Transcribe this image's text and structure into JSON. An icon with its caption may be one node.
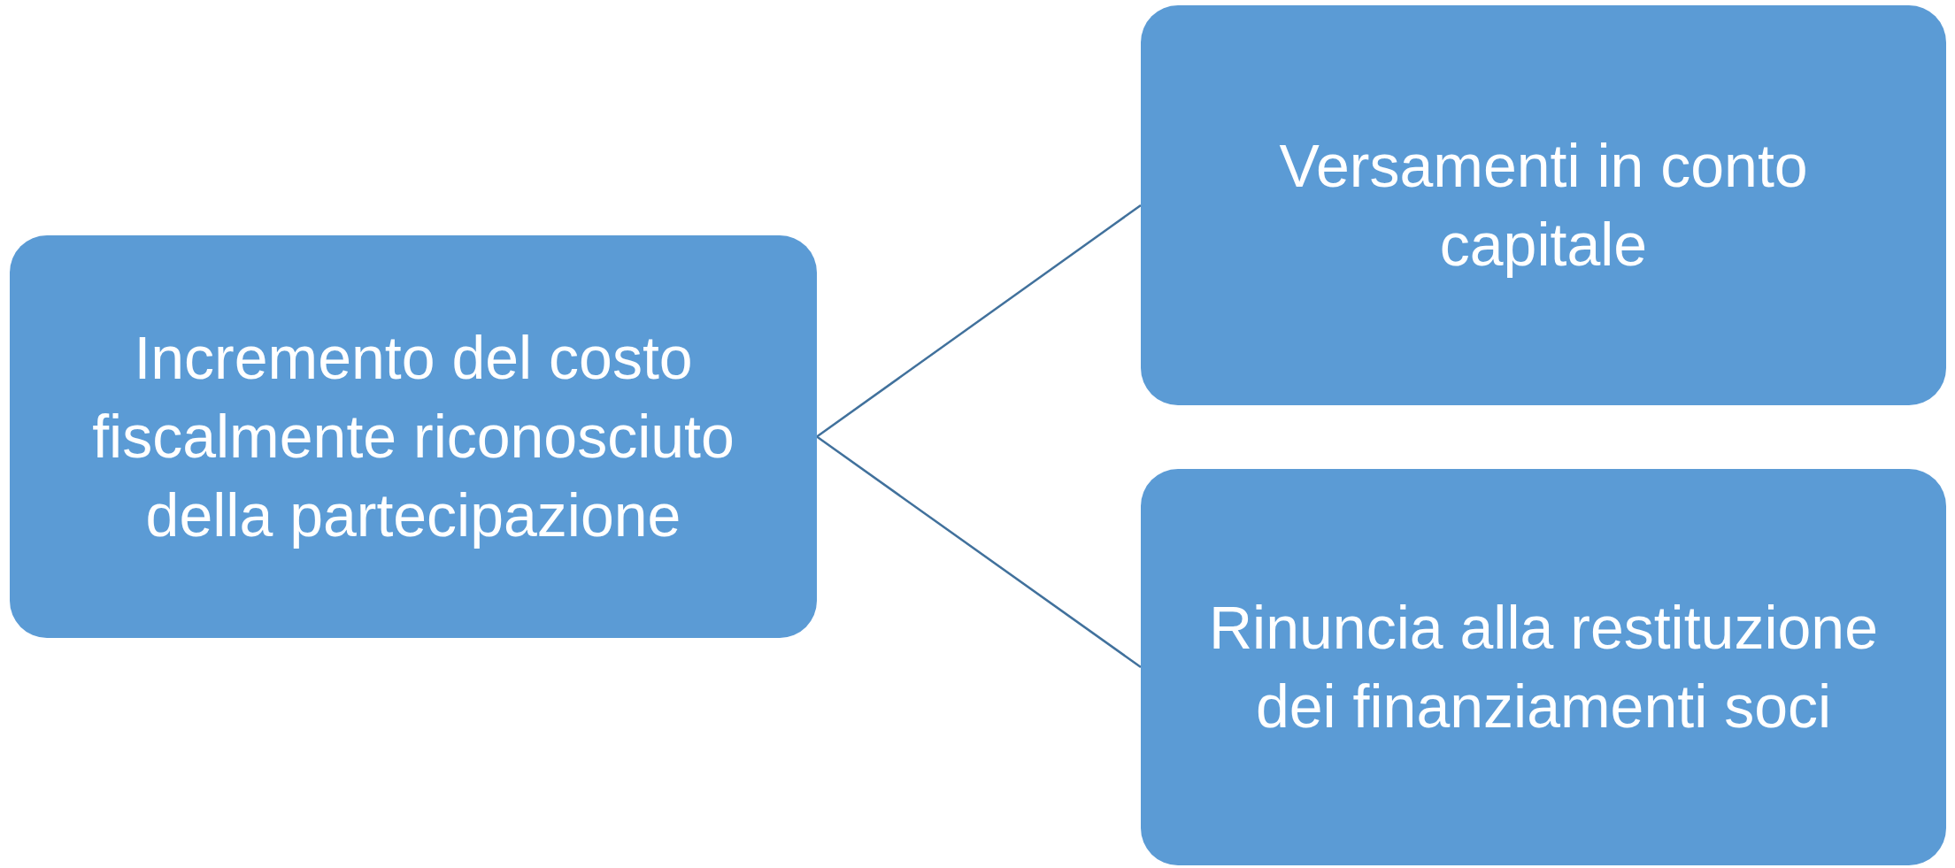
{
  "diagram": {
    "nodes": [
      {
        "text": [
          "Incremento del costo fiscalmente riconosciuto della partecipazione"
        ]
      },
      {
        "text": [
          "Versamenti in conto capitale"
        ]
      },
      {
        "text": [
          "Rinuncia alla restituzione dei finanziamenti soci"
        ]
      }
    ],
    "edges": [
      {
        "from": 0,
        "to": 1,
        "arrow": "none"
      },
      {
        "from": 0,
        "to": 2,
        "arrow": "none"
      }
    ]
  }
}
